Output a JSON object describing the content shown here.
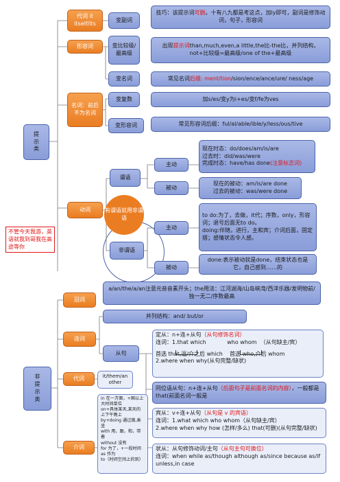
{
  "root_top": "提\n示\n类",
  "root_bottom": "非\n提\n示\n类",
  "note": "不管今天我游，英语就我到哥我在高途等你",
  "daici": {
    "label": "代词 it itself/its",
    "child": "变副词",
    "tip": "技巧：该提示词可删。十有八九都是考这点，加ly即可，副词是修饰动词，句子，形容词",
    "tip_pre": "技巧：该提示词",
    "tip_red": "可删",
    "tip_post": "。十有八九都是考这点，加ly即可，副词是修饰动词，句子，形容词"
  },
  "xingrongci": {
    "label": "形容词",
    "child1": "变比较级/最高级",
    "rule1_pre": "出现",
    "rule1_red": "提示词",
    "rule1_post": "than,much,even,a little,the比-the比，并列结构，not+比较级=最高级/one of the+最高级",
    "child2": "变名词",
    "rule2_pre": "常见名词",
    "rule2_red": "后缀: ment/tion",
    "rule2_post": "/sion/ence/ance/ure/ ness/age"
  },
  "mingci": {
    "label": "名词：前后不为名词",
    "child1": "变复数",
    "rule1": "加s/es/变y为i+es/变f/fe为ves",
    "child2": "变形容词",
    "rule2": "常见形容词后缀：ful/al/able/ible/y/less/ous/tive"
  },
  "dongci": {
    "label": "动词",
    "weiyu": "谓语",
    "circle": "有谓语就用非谓语",
    "fei_weiyu": "非谓语",
    "zhudong": "主动",
    "beidong": "被动",
    "weiyu_zhudong_lines": [
      "现在时态：do/does/am/is/are",
      "过去时：did/was/were",
      "完成时态：have/has done"
    ],
    "weiyu_zhudong_red": "(注意标志词)",
    "weiyu_beidong_lines": [
      "现在的被动：am/is/are done",
      "过去的被动：was/were done"
    ],
    "fei_zhudong_lines": [
      "to do:为了，去做，it代；序数，only，形容词；退号后面无to do。",
      "doing:伴随，进行，主和宾；介词后面，固定搭；感情状态令人感。"
    ],
    "fei_beidong": "done:表示被动就是done，结束状态也是它，自己感到……的"
  },
  "guanci": {
    "label": "冠词",
    "rule": "a/an/the/a/an注意元音音素开头；the用法：江河湖海/山岛峡湾/西洋乐器/发明物前/独一无二/序数最高"
  },
  "lianci": {
    "label": "连词",
    "bingli": "并列结构：and/ but/or",
    "congju": "从句",
    "dingyu_title_pre": "定从：n+连+从句",
    "dingyu_title_red": "（从句修饰名词）",
    "dingyu_line2_a": "连词：1.that which",
    "dingyu_line2_b": "who whom",
    "dingyu_line2_c": "（从句缺主/宾）",
    "dingyu_line3_a": "首选 that,逗/介之后 which",
    "dingyu_line3_b": "首选 who,介后 whom",
    "dingyu_line4": "2.where when why(从句完整/缺状)",
    "tongwei_pre": "同位语从句：n+连+从句",
    "tongwei_red": "（后面句子是前面名词的内容）",
    "tongwei_post": "，一般都是 that(前面名词一般是",
    "binyu_title_pre": "宾从：v+连+从句",
    "binyu_title_red": "（从句是 v 的宾语）",
    "binyu_line2": "连词：1.what which who whom（从句缺主/宾）",
    "binyu_line3": "2.where when why how (怎样/多么) that(可删)(从句完整/缺状)",
    "zhuangyu_title_pre": "状从：从句修饰动词/主句",
    "zhuangyu_title_red": "（从句主句可换位）",
    "zhuangyu_line2": "连词：when while as/though although as/since because as/if unless,in case"
  },
  "daici2": {
    "label": "代词",
    "child": "it/them/an other"
  },
  "jieci": {
    "label": "介词",
    "detail": "in 在一方面，+国以上大时间单位\non+具体某天,某天的上下午晚上\nby+doing 通过做,乘坐\nwith 用，跟，和，带着\nwithout 没有\nfor 为了，+一段时间\nas 作为\nto（时间空间上的到）"
  }
}
